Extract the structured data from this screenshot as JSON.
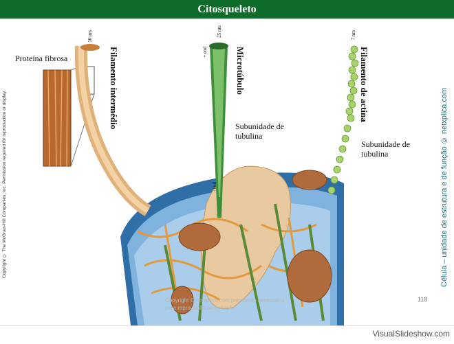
{
  "slide": {
    "title": "Citosqueleto",
    "page_number": "118"
  },
  "labels": {
    "proteina_fibrosa": "Proteína fibrosa",
    "filamento_intermedio": "Filamento intermédio",
    "microtubulo": "Microtúbulo",
    "filamento_actina": "Filamento de actina",
    "subunidade_tubulina_1": "Subunidade de tubulina",
    "subunidade_tubulina_2": "Subunidade de tubulina",
    "dim_10nm": "10 nm",
    "dim_25nm": "25 nm",
    "dim_7nm": "7 nm",
    "plus_end": "+ end",
    "minus_end": "– end"
  },
  "copyright": "Copyright © The McGraw-Hill Companies, Inc. Permission required for reproduction or display.",
  "side_credit": "Célula – unidade de estrutura e de função © netxplica.com",
  "watermark": "Copyright © netxplica.com permissão necessária para reprodução ou exibição",
  "footer": {
    "brand": "VisualSlideshow.com"
  },
  "colors": {
    "title_bar": "#0f6b2a",
    "side_credit": "#1f6f80"
  }
}
